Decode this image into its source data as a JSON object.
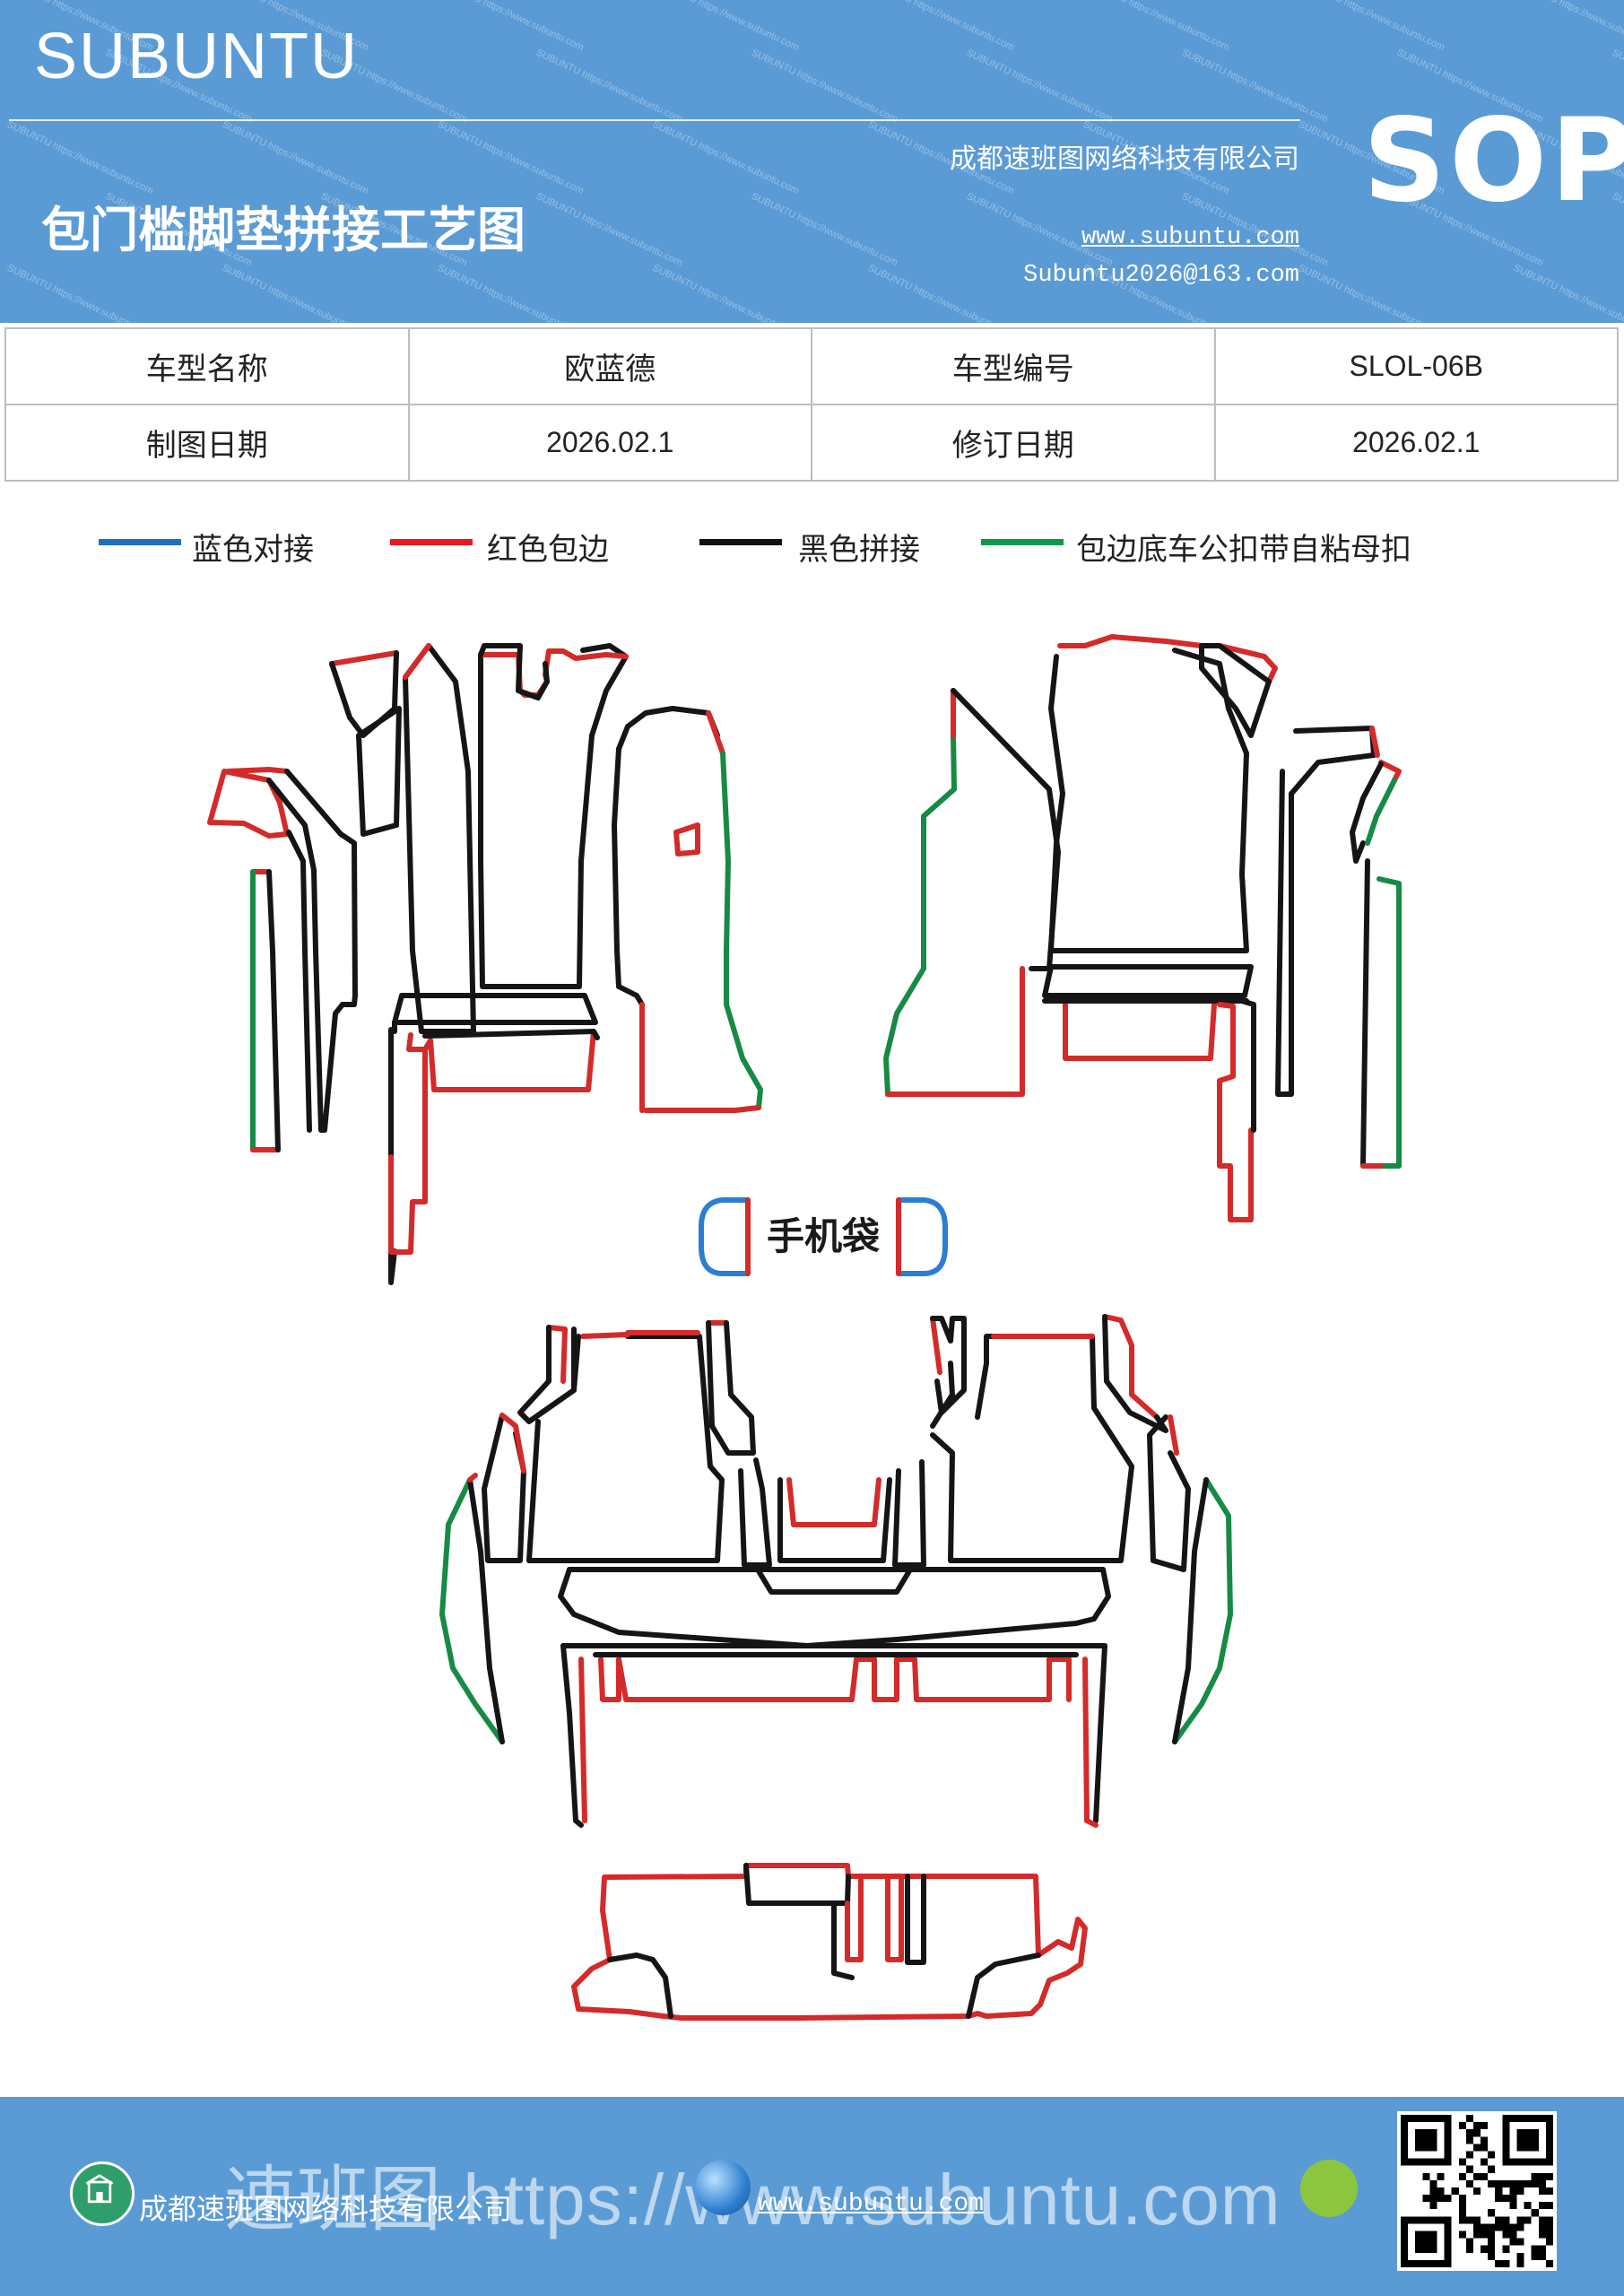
{
  "header": {
    "brand": "SUBUNTU",
    "title": "包门槛脚垫拼接工艺图",
    "company": "成都速班图网络科技有限公司",
    "website": "www.subuntu.com",
    "email": "Subuntu2026@163.com",
    "badge": "SOP",
    "bg_color": "#5b9bd5"
  },
  "info_table": {
    "rows": [
      [
        {
          "text": "车型名称",
          "kind": "label"
        },
        {
          "text": "欧蓝德",
          "kind": "label"
        },
        {
          "text": "车型编号",
          "kind": "label"
        },
        {
          "text": "SLOL-06B",
          "kind": "value"
        }
      ],
      [
        {
          "text": "制图日期",
          "kind": "label"
        },
        {
          "text": "2026.02.1",
          "kind": "value"
        },
        {
          "text": "修订日期",
          "kind": "label"
        },
        {
          "text": "2026.02.1",
          "kind": "value"
        }
      ]
    ]
  },
  "legend": [
    {
      "label": "蓝色对接",
      "color": "#1f6fc2"
    },
    {
      "label": "红色包边",
      "color": "#e8181e"
    },
    {
      "label": "黑色拼接",
      "color": "#111111"
    },
    {
      "label": "包边底车公扣带自粘母扣",
      "color": "#0a9a4a"
    }
  ],
  "diagram": {
    "phone_pocket_label": "手机袋",
    "colors": {
      "blue": "#2a7fd4",
      "red": "#d42a2a",
      "black": "#151515",
      "green": "#178a45"
    }
  },
  "footer": {
    "company": "成都速班图网络科技有限公司",
    "website": "www.subuntu.com",
    "watermark": "速班图 https://www.subuntu.com",
    "icons": [
      "building-icon",
      "globe-icon",
      "chat-icon",
      "qr-code"
    ]
  }
}
